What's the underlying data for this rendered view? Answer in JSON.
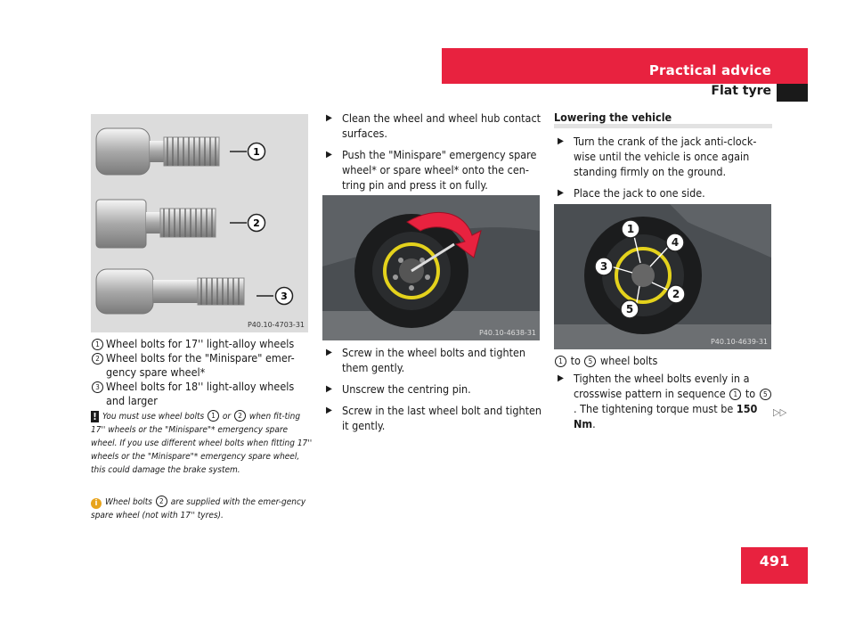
{
  "header": {
    "title": "Practical advice",
    "subtitle": "Flat tyre",
    "page_number": "491"
  },
  "continue_mark": "▷▷",
  "col1": {
    "image_code": "P40.10-4703-31",
    "bolt_labels": [
      "1",
      "2",
      "3"
    ],
    "legend": [
      {
        "num": "1",
        "text": "Wheel bolts for 17'' light-alloy wheels"
      },
      {
        "num": "2",
        "text": "Wheel bolts for the \"Minispare\" emer-gency spare wheel*"
      },
      {
        "num": "3",
        "text": "Wheel bolts for 18'' light-alloy wheels and larger"
      }
    ],
    "warning": {
      "icon": "!",
      "part1": "You must use wheel bolts",
      "n1": "1",
      "part2": "or",
      "n2": "2",
      "part3": "when fit-ting 17'' wheels or the \"Minispare\"* emergency spare wheel. If you use different wheel bolts when fitting 17'' wheels or the \"Minispare\"* emergency spare wheel, this could damage the brake system."
    },
    "info": {
      "icon": "i",
      "part1": "Wheel bolts",
      "n1": "2",
      "part2": "are supplied with the emer-gency spare wheel (not with 17'' tyres)."
    }
  },
  "col2": {
    "steps_top": [
      "Clean the wheel and wheel hub contact surfaces.",
      "Push the \"Minispare\" emergency spare wheel* or spare wheel* onto the cen-tring pin and press it on fully."
    ],
    "image_code": "P40.10-4638-31",
    "steps_bottom": [
      "Screw in the wheel bolts and tighten them gently.",
      "Unscrew the centring pin.",
      "Screw in the last wheel bolt and tighten it gently."
    ]
  },
  "col3": {
    "heading": "Lowering the vehicle",
    "steps_top": [
      "Turn the crank of the jack anti-clock-wise until the vehicle is once again standing firmly on the ground.",
      "Place the jack to one side."
    ],
    "image_code": "P40.10-4639-31",
    "callouts": [
      "1",
      "4",
      "3",
      "2",
      "5"
    ],
    "legend": {
      "from": "1",
      "to_word": "to",
      "to": "5",
      "text": "wheel bolts"
    },
    "last_step": {
      "part1": "Tighten the wheel bolts evenly in a crosswise pattern in sequence",
      "n1": "1",
      "part2": "to",
      "n2": "5",
      "part3": ". The tightening torque must be",
      "torque": "150 Nm",
      "part4": "."
    }
  },
  "colors": {
    "accent": "#e8223f",
    "info": "#e8a41c",
    "dark": "#1a1a1a"
  },
  "icons": {
    "bullet": "triangle-right-icon",
    "warning": "exclamation-icon",
    "info": "info-icon",
    "continue": "double-triangle-icon"
  }
}
